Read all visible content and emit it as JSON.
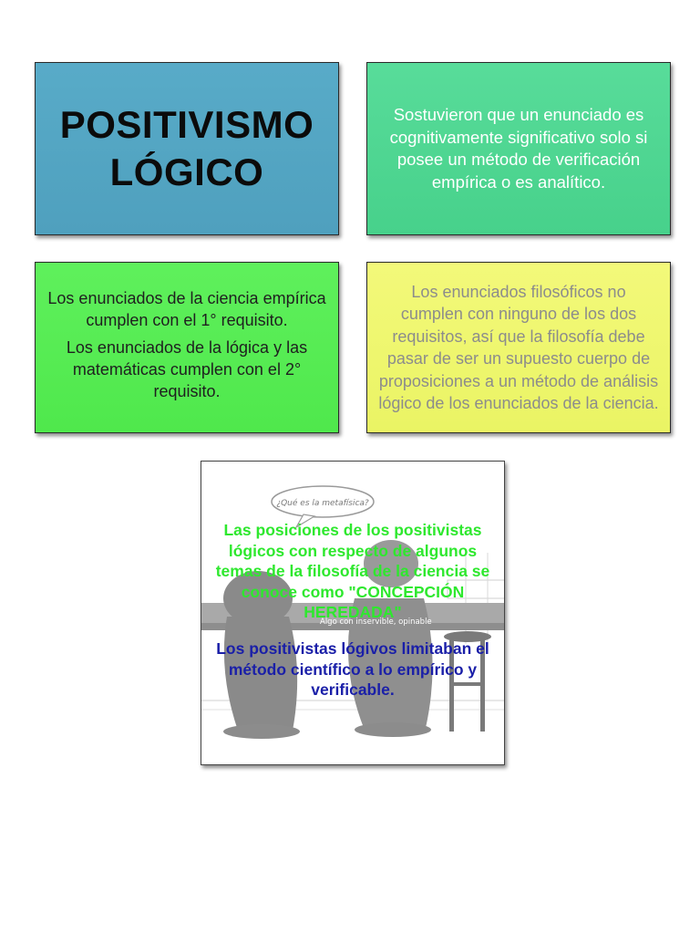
{
  "title_box": {
    "line1": "POSITIVISMO",
    "line2": "LÓGICO"
  },
  "definition_box": {
    "text": "Sostuvieron que un enunciado es cognitivamente significativo solo si posee un método de verificación empírica o es analítico."
  },
  "science_box": {
    "paragraph1": "Los enunciados de la ciencia empírica cumplen con el 1° requisito.",
    "paragraph2": "Los enunciados de la lógica y las matemáticas cumplen con el 2° requisito."
  },
  "philosophy_box": {
    "text": "Los enunciados filosóficos no cumplen con ninguno de los dos requisitos, así que la filosofía debe pasar de ser un supuesto cuerpo de proposiciones a un método de análisis lógico de los enunciados de la ciencia."
  },
  "image_panel": {
    "speech_bubble": "¿Qué es la metafísica?",
    "sign_text": "Algo con inservible, opinable",
    "green_caption": "Las posiciones de los positivistas lógicos con respecto de algunos temas de la filosofía de la ciencia se conoce como \"CONCEPCIÓN HEREDADA\"",
    "blue_caption": "Los positivistas lógivos limitaban el método científico a lo empírico y  verificable."
  },
  "colors": {
    "title_box": "#4fa0be",
    "definition_box": "#47d18b",
    "science_box": "#4fe84c",
    "philosophy_box": "#eaf464",
    "green_caption": "#2ee82e",
    "blue_caption": "#1a1fa8"
  }
}
